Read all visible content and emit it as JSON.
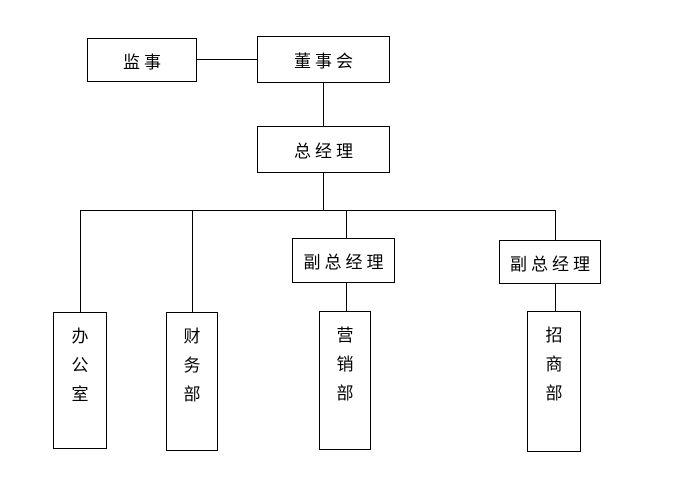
{
  "diagram": {
    "type": "org-chart",
    "background_color": "#ffffff",
    "line_color": "#000000",
    "text_color": "#000000",
    "nodes": {
      "supervisor": {
        "label": "监事",
        "text_direction": "horizontal",
        "level": 1
      },
      "board": {
        "label": "董事会",
        "text_direction": "horizontal",
        "level": 1
      },
      "general_manager": {
        "label": "总经理",
        "text_direction": "horizontal",
        "level": 2
      },
      "deputy_gm_1": {
        "label": "副总经理",
        "text_direction": "horizontal",
        "level": 3
      },
      "deputy_gm_2": {
        "label": "副总经理",
        "text_direction": "horizontal",
        "level": 3
      },
      "office": {
        "label": "办公室",
        "text_direction": "vertical",
        "level": 4
      },
      "finance_dept": {
        "label": "财务部",
        "text_direction": "vertical",
        "level": 4
      },
      "marketing_dept": {
        "label": "营销部",
        "text_direction": "vertical",
        "level": 4
      },
      "investment_dept": {
        "label": "招商部",
        "text_direction": "vertical",
        "level": 4
      }
    },
    "edges": [
      {
        "from": "supervisor",
        "to": "board"
      },
      {
        "from": "board",
        "to": "general_manager"
      },
      {
        "from": "general_manager",
        "to": "office"
      },
      {
        "from": "general_manager",
        "to": "finance_dept"
      },
      {
        "from": "general_manager",
        "to": "deputy_gm_1"
      },
      {
        "from": "general_manager",
        "to": "deputy_gm_2"
      },
      {
        "from": "deputy_gm_1",
        "to": "marketing_dept"
      },
      {
        "from": "deputy_gm_2",
        "to": "investment_dept"
      }
    ]
  }
}
